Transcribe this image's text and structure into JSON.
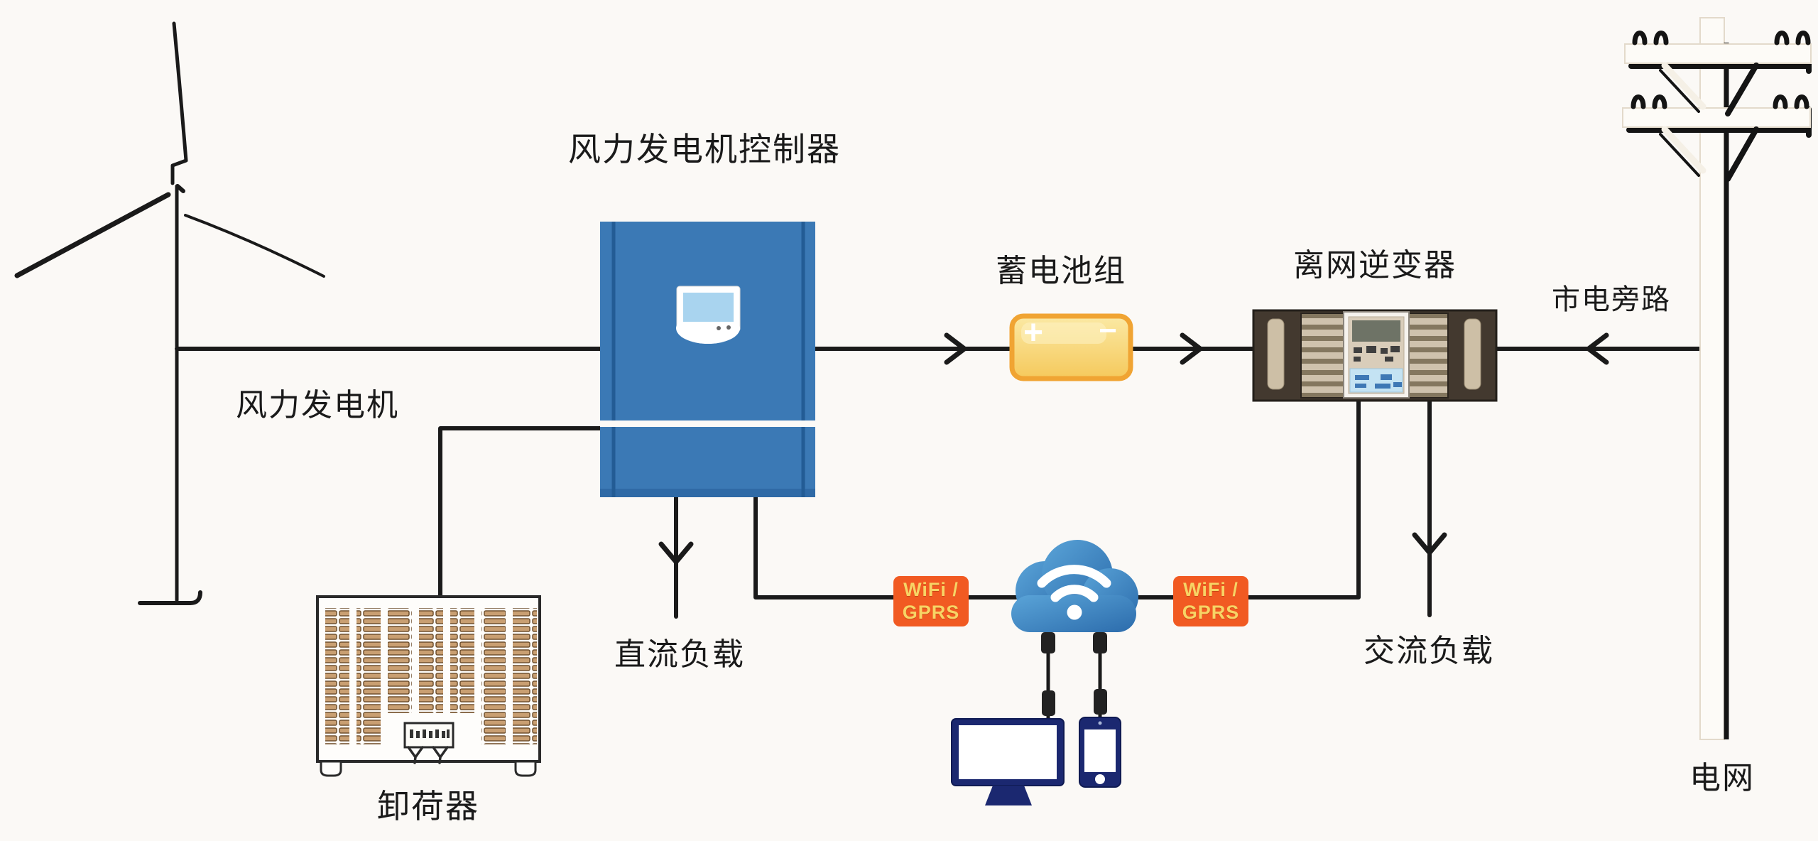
{
  "diagram": {
    "title": "风力发电机控制器",
    "labels": {
      "wind_turbine": "风力发电机",
      "battery": "蓄电池组",
      "inverter": "离网逆变器",
      "mains_bypass": "市电旁路",
      "grid": "电网",
      "unloader": "卸荷器",
      "dc_load": "直流负载",
      "ac_load": "交流负载"
    },
    "badges": {
      "wifi_gprs_left": {
        "line1": "WiFi /",
        "line2": "GPRS"
      },
      "wifi_gprs_right": {
        "line1": "WiFi /",
        "line2": "GPRS"
      }
    },
    "icons": {
      "battery_plus": "+",
      "battery_minus": "−",
      "cloud_wifi": "wifi-arcs"
    },
    "colors": {
      "background": "#FBF9F6",
      "line": "#1A1A1A",
      "controller_blue": "#3B79B5",
      "battery_yellow": "#F8D26B",
      "battery_border": "#F0A433",
      "badge_orange": "#F15A22",
      "badge_text": "#F7D465",
      "cloud_blue": "#3E88C2",
      "device_navy": "#1B2870"
    }
  }
}
